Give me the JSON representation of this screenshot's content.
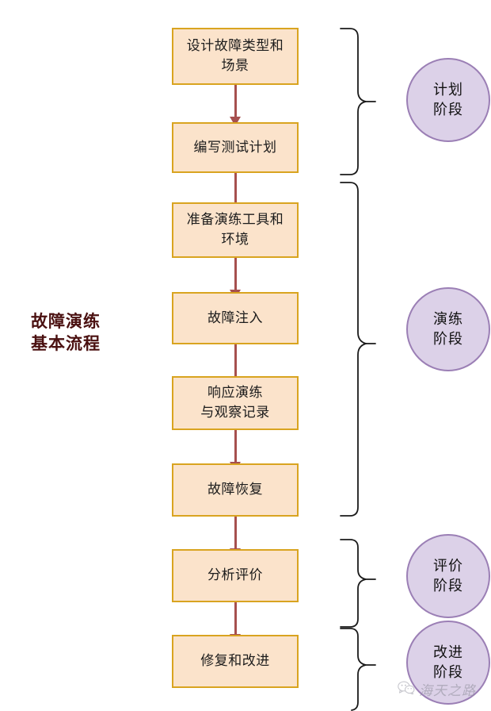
{
  "title": "故障演练\n基本流程",
  "colors": {
    "node_fill": "#FBE3CB",
    "node_border": "#D9A420",
    "arrow": "#A6504F",
    "phase_fill": "#DCD1E8",
    "phase_border": "#9B7FB5",
    "title_text": "#4A1010",
    "brace": "#1a1a1a"
  },
  "nodes": [
    {
      "id": "design-fault-types",
      "label": "设计故障类型和\n场景"
    },
    {
      "id": "write-test-plan",
      "label": "编写测试计划"
    },
    {
      "id": "prepare-tools-env",
      "label": "准备演练工具和\n环境"
    },
    {
      "id": "fault-injection",
      "label": "故障注入"
    },
    {
      "id": "response-drill-observe",
      "label": "响应演练\n与观察记录"
    },
    {
      "id": "fault-recovery",
      "label": "故障恢复"
    },
    {
      "id": "analysis-evaluation",
      "label": "分析评价"
    },
    {
      "id": "repair-improve",
      "label": "修复和改进"
    }
  ],
  "phases": [
    {
      "id": "planning-phase",
      "label": "计划\n阶段"
    },
    {
      "id": "drill-phase",
      "label": "演练\n阶段"
    },
    {
      "id": "evaluation-phase",
      "label": "评价\n阶段"
    },
    {
      "id": "improvement-phase",
      "label": "改进\n阶段"
    }
  ],
  "watermark": {
    "text": "海天之路",
    "icon": "wechat-icon"
  }
}
